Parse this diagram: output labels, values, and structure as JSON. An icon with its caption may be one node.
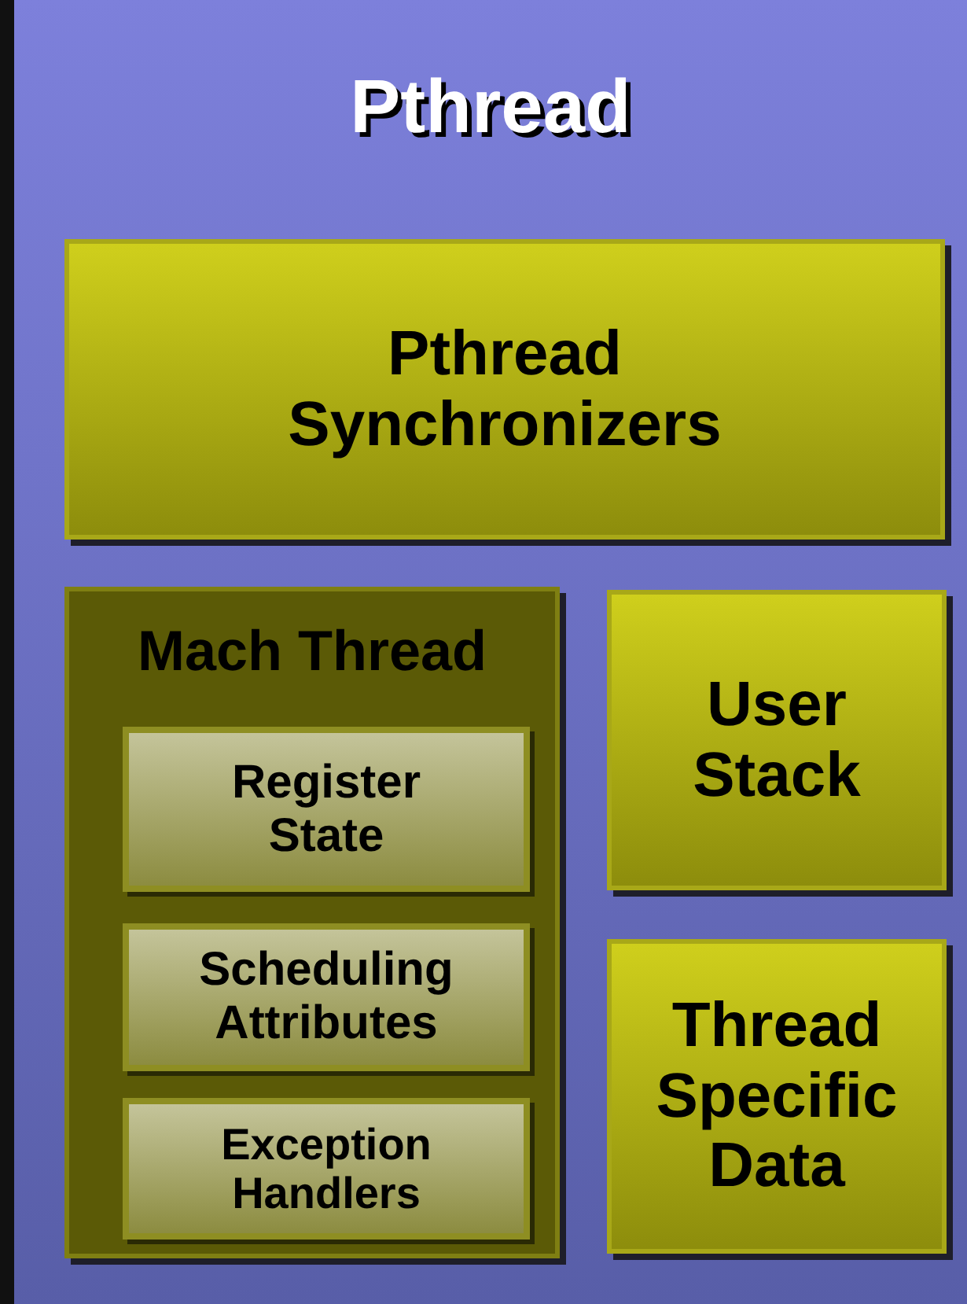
{
  "diagram": {
    "nodes": [
      {
        "text": [
          "Pthread"
        ]
      },
      {
        "text": [
          "Pthread Synchronizers"
        ],
        "in": 0
      },
      {
        "text": [
          "Mach Thread"
        ],
        "in": 0
      },
      {
        "text": [
          "Register State"
        ],
        "in": 2
      },
      {
        "text": [
          "Scheduling Attributes"
        ],
        "in": 2
      },
      {
        "text": [
          "Exception Handlers"
        ],
        "in": 2
      },
      {
        "text": [
          "User Stack"
        ],
        "in": 0
      },
      {
        "text": [
          "Thread Specific Data"
        ],
        "in": 0
      }
    ]
  }
}
